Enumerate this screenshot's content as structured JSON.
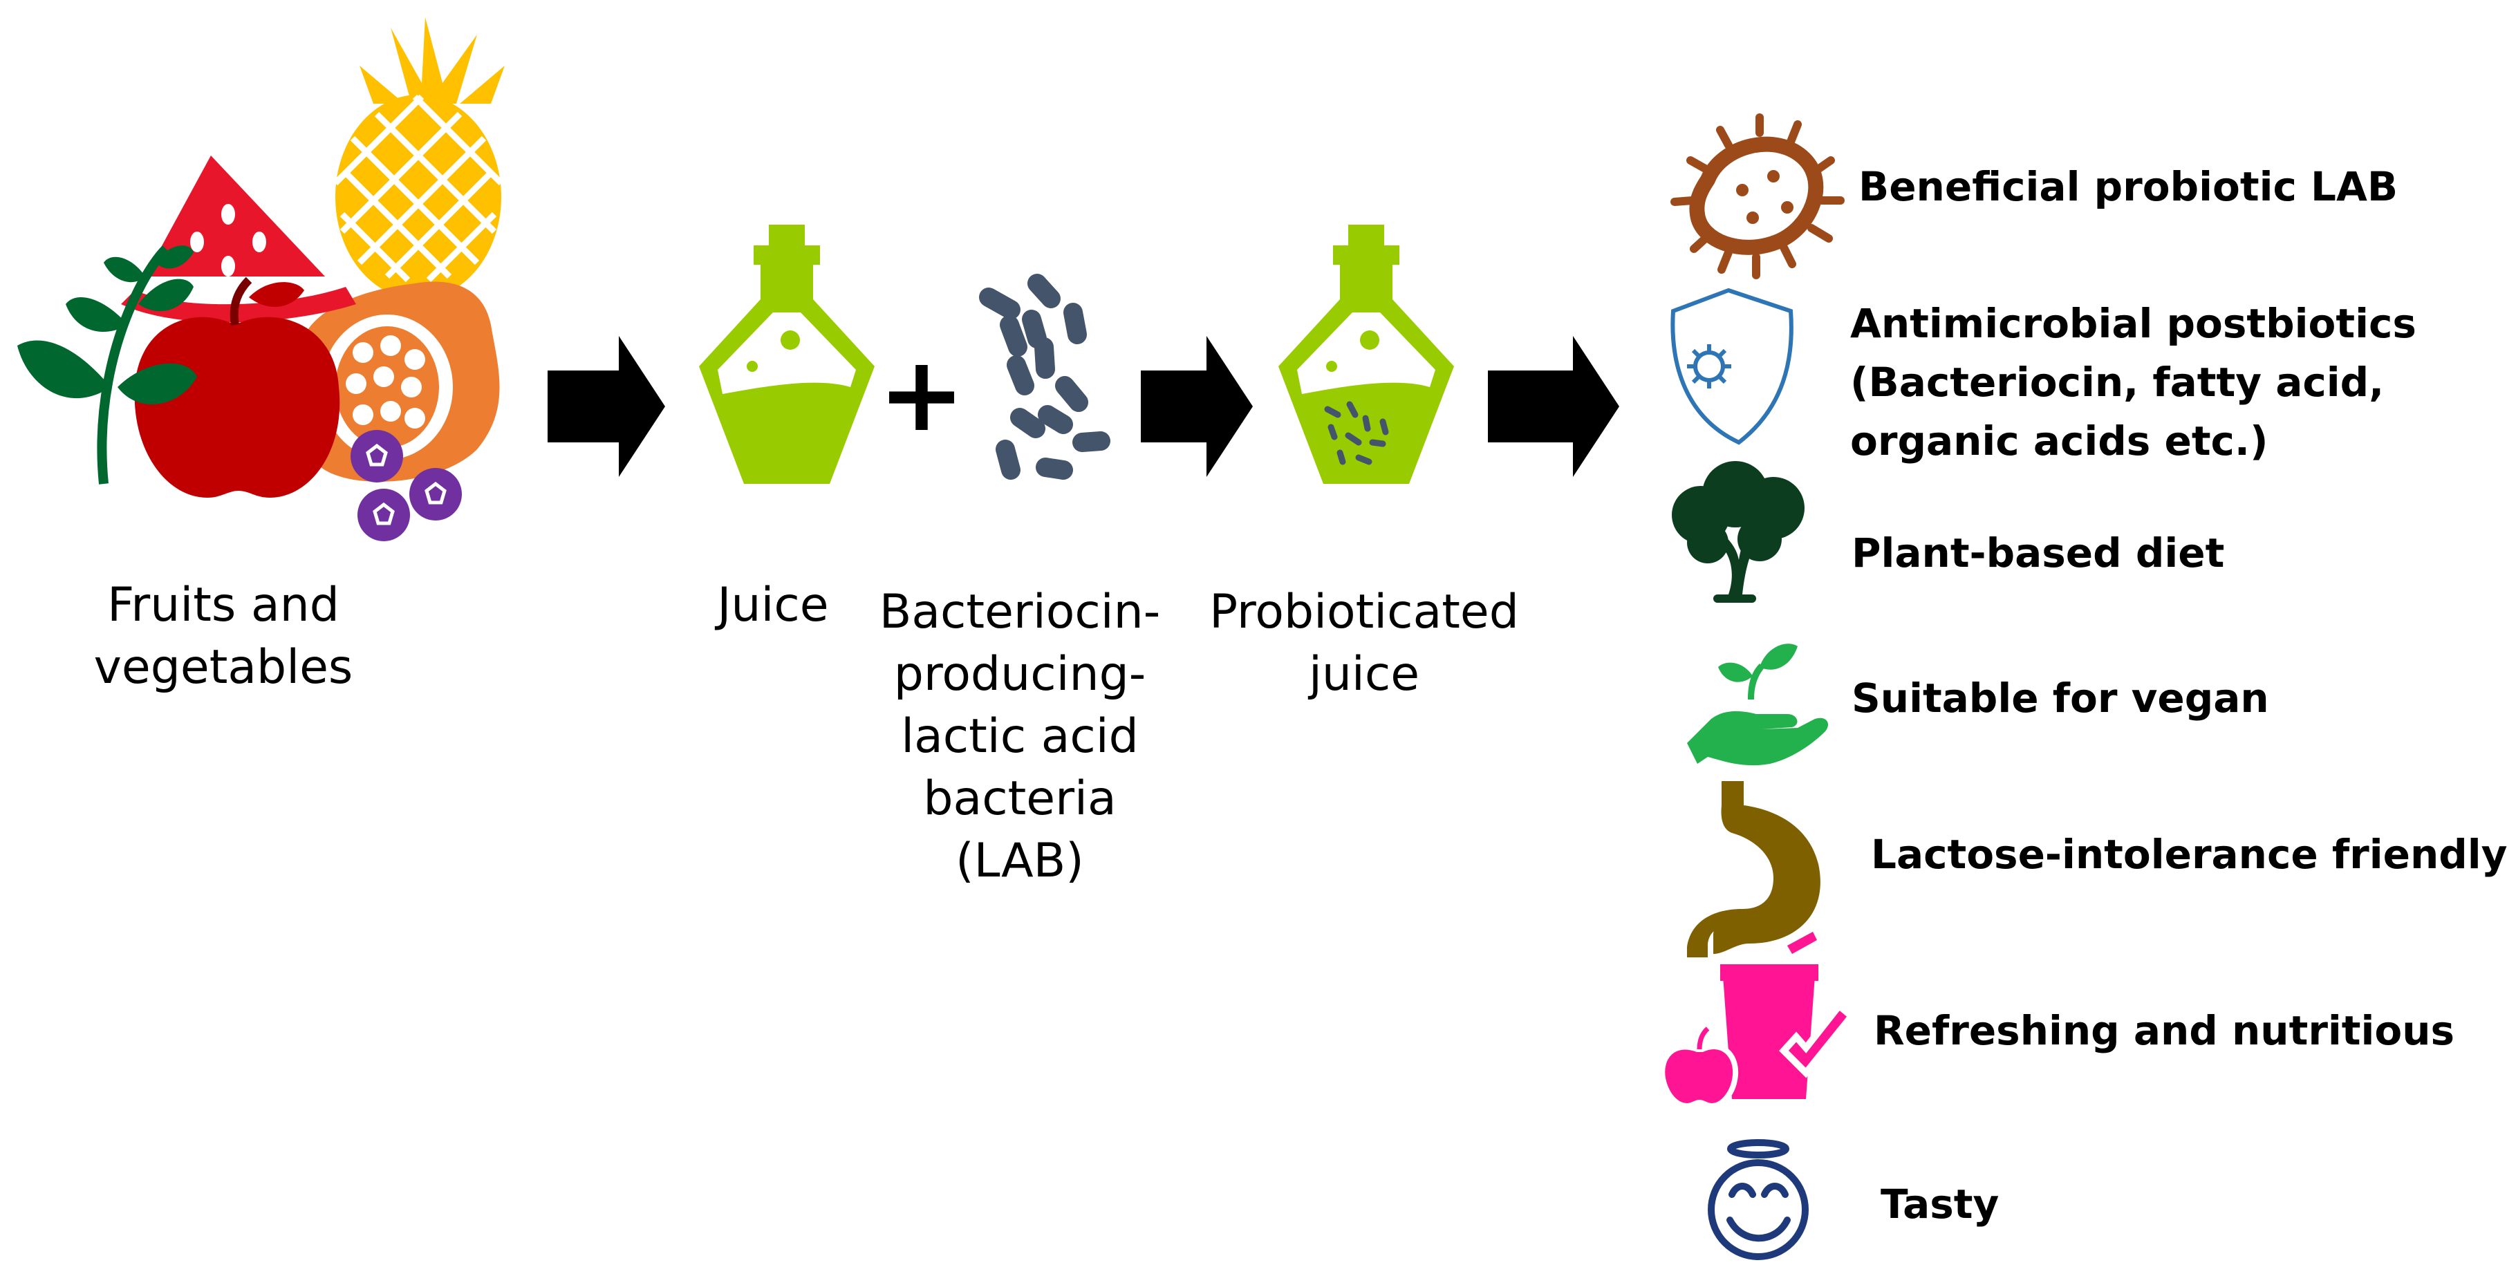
{
  "steps": {
    "fruits_line1": "Fruits and",
    "fruits_line2": "vegetables",
    "juice": "Juice",
    "lab_line1": "Bacteriocin-",
    "lab_line2": "producing-",
    "lab_line3": "lactic acid",
    "lab_line4": "bacteria",
    "lab_line5": "(LAB)",
    "probio_line1": "Probioticated",
    "probio_line2": "juice"
  },
  "plus_sign": "+",
  "benefits": {
    "probiotic": "Beneficial probiotic LAB",
    "postbiotics_line1": "Antimicrobial postbiotics",
    "postbiotics_line2": "(Bacteriocin, fatty acid,",
    "postbiotics_line3": "organic acids etc.)",
    "plant": "Plant-based diet",
    "vegan": "Suitable for vegan",
    "lactose": "Lactose-intolerance friendly",
    "refreshing": "Refreshing and nutritious",
    "tasty": "Tasty"
  },
  "colors": {
    "juice_green": "#99CC00",
    "bacteria_gray": "#44546A",
    "bacterium_brown": "#9C4A1A",
    "shield_blue": "#2E75B6",
    "tree_dark": "#0B3D1E",
    "vegan_green": "#22B14C",
    "stomach_olive": "#7F6000",
    "refresh_pink": "#FF1493",
    "tasty_navy": "#1F3A7A",
    "arrow": "#000000"
  }
}
